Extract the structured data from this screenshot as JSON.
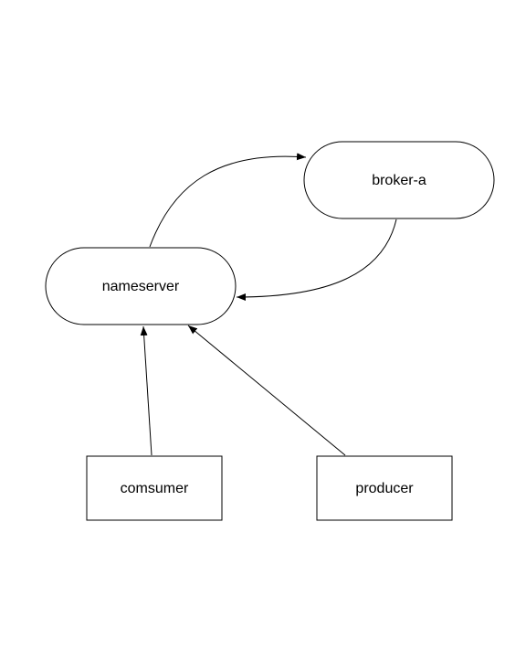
{
  "diagram": {
    "nodes": [
      {
        "id": "nameserver",
        "label": "nameserver",
        "shape": "stadium"
      },
      {
        "id": "broker_a",
        "label": "broker-a",
        "shape": "stadium"
      },
      {
        "id": "comsumer",
        "label": "comsumer",
        "shape": "rectangle"
      },
      {
        "id": "producer",
        "label": "producer",
        "shape": "rectangle"
      }
    ],
    "edges": [
      {
        "from": "nameserver",
        "to": "broker_a"
      },
      {
        "from": "broker_a",
        "to": "nameserver"
      },
      {
        "from": "comsumer",
        "to": "nameserver"
      },
      {
        "from": "producer",
        "to": "nameserver"
      }
    ],
    "colors": {
      "stroke": "#000000",
      "fill": "#ffffff",
      "text": "#000000"
    }
  }
}
